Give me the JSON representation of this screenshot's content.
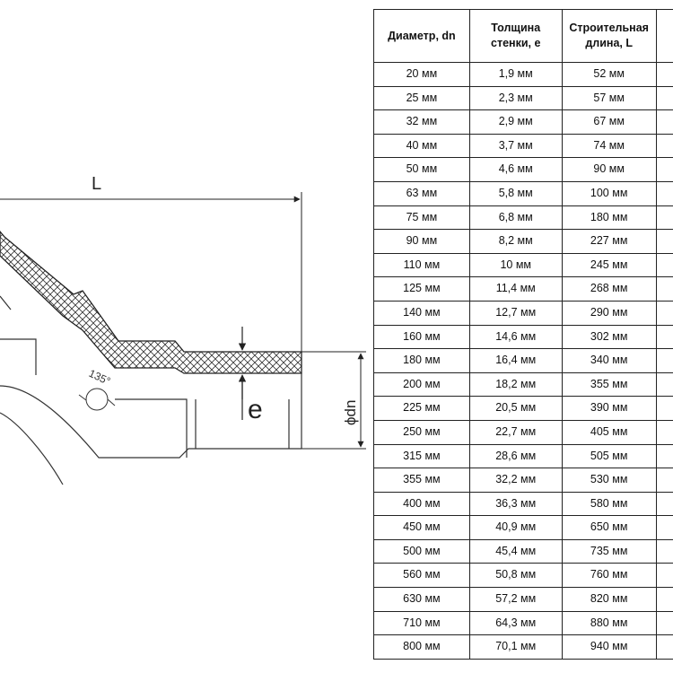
{
  "drawing": {
    "label_L": "L",
    "label_e": "e",
    "label_dn": "ϕdn",
    "label_angle": "135°"
  },
  "table": {
    "headers": [
      "Диаметр, dn",
      "Толщина стенки, e",
      "Строительная длина, L"
    ],
    "rows": [
      [
        "20 мм",
        "1,9 мм",
        "52 мм"
      ],
      [
        "25 мм",
        "2,3 мм",
        "57 мм"
      ],
      [
        "32 мм",
        "2,9 мм",
        "67 мм"
      ],
      [
        "40 мм",
        "3,7 мм",
        "74 мм"
      ],
      [
        "50 мм",
        "4,6 мм",
        "90 мм"
      ],
      [
        "63 мм",
        "5,8 мм",
        "100 мм"
      ],
      [
        "75 мм",
        "6,8 мм",
        "180 мм"
      ],
      [
        "90 мм",
        "8,2 мм",
        "227 мм"
      ],
      [
        "110 мм",
        "10 мм",
        "245 мм"
      ],
      [
        "125 мм",
        "11,4 мм",
        "268 мм"
      ],
      [
        "140 мм",
        "12,7 мм",
        "290 мм"
      ],
      [
        "160 мм",
        "14,6 мм",
        "302 мм"
      ],
      [
        "180 мм",
        "16,4 мм",
        "340 мм"
      ],
      [
        "200 мм",
        "18,2 мм",
        "355 мм"
      ],
      [
        "225 мм",
        "20,5 мм",
        "390 мм"
      ],
      [
        "250 мм",
        "22,7 мм",
        "405 мм"
      ],
      [
        "315 мм",
        "28,6 мм",
        "505 мм"
      ],
      [
        "355 мм",
        "32,2 мм",
        "530 мм"
      ],
      [
        "400 мм",
        "36,3 мм",
        "580 мм"
      ],
      [
        "450 мм",
        "40,9 мм",
        "650 мм"
      ],
      [
        "500 мм",
        "45,4 мм",
        "735 мм"
      ],
      [
        "560 мм",
        "50,8 мм",
        "760 мм"
      ],
      [
        "630 мм",
        "57,2 мм",
        "820 мм"
      ],
      [
        "710 мм",
        "64,3 мм",
        "880 мм"
      ],
      [
        "800 мм",
        "70,1 мм",
        "940 мм"
      ]
    ]
  }
}
